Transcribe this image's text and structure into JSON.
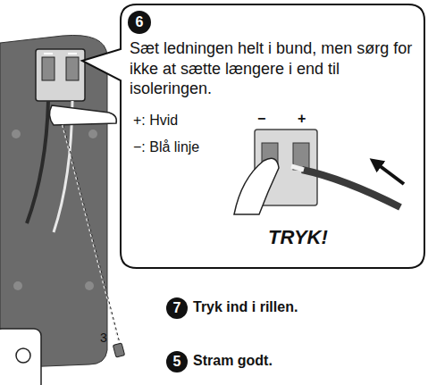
{
  "diagram": {
    "nodes": [
      {
        "text": [
          "Sæt ledningen helt i bund, men sørg for ikke at sætte længere i end til isoleringen.",
          "+: Hvid",
          "−: Blå linje",
          "TRYK!"
        ]
      },
      {
        "text": [
          "6"
        ],
        "in": 0
      },
      {
        "text": [
          "7"
        ]
      },
      {
        "text": [
          "5"
        ]
      }
    ],
    "labels": [
      "−",
      "+",
      "Tryk ind i rillen.",
      "Stram godt.",
      "3"
    ]
  }
}
